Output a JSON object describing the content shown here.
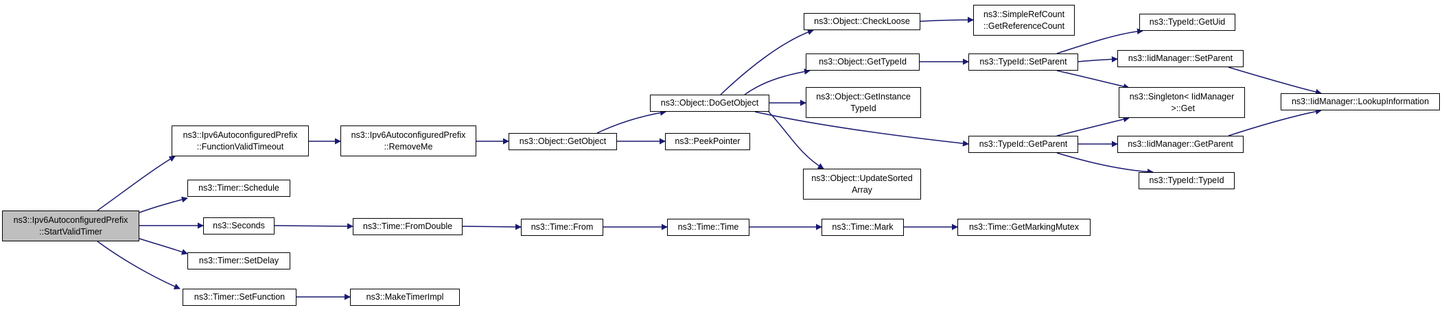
{
  "colors": {
    "edge": "#191970",
    "node_border": "#000000",
    "root_fill": "#bfbfbf",
    "node_fill": "#ffffff"
  },
  "nodes": {
    "root": "ns3::Ipv6AutoconfiguredPrefix\n::StartValidTimer",
    "function_valid_timeout": "ns3::Ipv6AutoconfiguredPrefix\n::FunctionValidTimeout",
    "remove_me": "ns3::Ipv6AutoconfiguredPrefix\n::RemoveMe",
    "get_object": "ns3::Object::GetObject",
    "do_get_object": "ns3::Object::DoGetObject",
    "peek_pointer": "ns3::PeekPointer",
    "check_loose": "ns3::Object::CheckLoose",
    "get_reference_count": "ns3::SimpleRefCount\n::GetReferenceCount",
    "get_type_id": "ns3::Object::GetTypeId",
    "get_instance_type_id": "ns3::Object::GetInstance\nTypeId",
    "update_sorted_array": "ns3::Object::UpdateSorted\nArray",
    "typeid_set_parent": "ns3::TypeId::SetParent",
    "typeid_get_parent": "ns3::TypeId::GetParent",
    "typeid_get_uid": "ns3::TypeId::GetUid",
    "iid_set_parent": "ns3::IidManager::SetParent",
    "singleton_get": "ns3::Singleton< IidManager\n >::Get",
    "iid_get_parent": "ns3::IidManager::GetParent",
    "typeid_typeid": "ns3::TypeId::TypeId",
    "lookup_information": "ns3::IidManager::LookupInformation",
    "timer_schedule": "ns3::Timer::Schedule",
    "seconds": "ns3::Seconds",
    "from_double": "ns3::Time::FromDouble",
    "time_from": "ns3::Time::From",
    "time_time": "ns3::Time::Time",
    "time_mark": "ns3::Time::Mark",
    "get_marking_mutex": "ns3::Time::GetMarkingMutex",
    "timer_set_delay": "ns3::Timer::SetDelay",
    "timer_set_function": "ns3::Timer::SetFunction",
    "make_timer_impl": "ns3::MakeTimerImpl"
  }
}
